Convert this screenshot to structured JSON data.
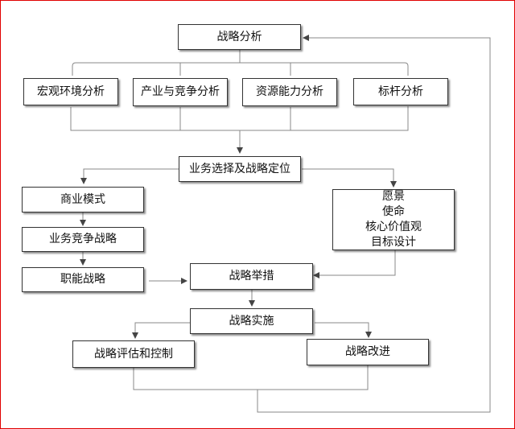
{
  "diagram": {
    "nodes": {
      "strategy_analysis": "战略分析",
      "macro_env": "宏观环境分析",
      "industry_comp": "产业与竞争分析",
      "resource_cap": "资源能力分析",
      "benchmark": "标杆分析",
      "business_selection": "业务选择及战略定位",
      "business_model": "商业模式",
      "business_comp_strategy": "业务竞争战略",
      "functional_strategy": "职能战略",
      "vision_lines": [
        "愿景",
        "使命",
        "核心价值观",
        "目标设计"
      ],
      "strategic_measures": "战略举措",
      "strategy_implementation": "战略实施",
      "evaluation_control": "战略评估和控制",
      "strategy_improvement": "战略改进"
    }
  }
}
